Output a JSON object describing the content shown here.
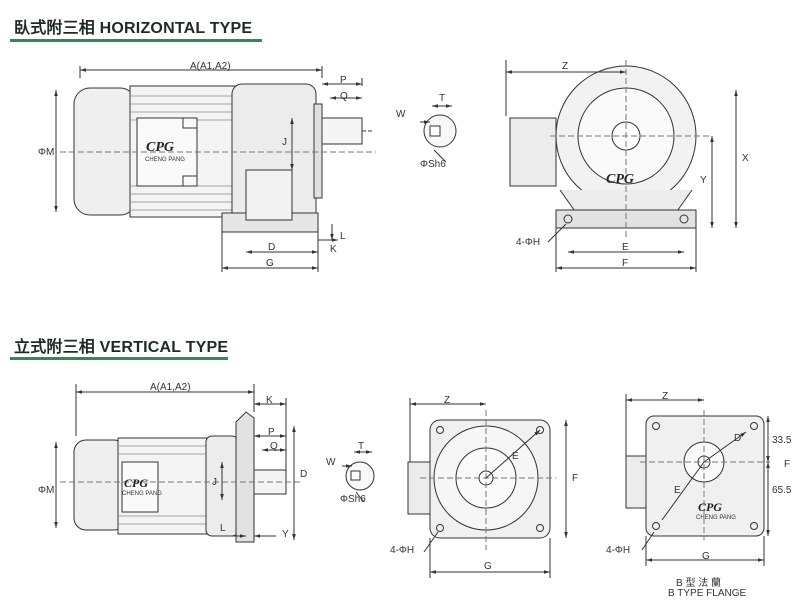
{
  "horizontal": {
    "title": "臥式附三相 HORIZONTAL TYPE",
    "side_view": {
      "labels": {
        "a": "A(A1,A2)",
        "p": "P",
        "q": "Q",
        "phi_m": "ΦM",
        "j": "J",
        "d": "D",
        "g": "G",
        "k": "K",
        "l": "L"
      },
      "logo": "CPG",
      "logo_sub": "CHENG PANG"
    },
    "shaft_view": {
      "labels": {
        "w": "W",
        "t": "T",
        "sh6": "ΦSh6"
      }
    },
    "front_view": {
      "labels": {
        "z": "Z",
        "x": "X",
        "y": "Y",
        "hole": "4-ΦH",
        "e": "E",
        "f": "F"
      },
      "logo": "CPG"
    }
  },
  "vertical": {
    "title": "立式附三相 VERTICAL TYPE",
    "side_view": {
      "labels": {
        "a": "A(A1,A2)",
        "k": "K",
        "p": "P",
        "q": "Q",
        "d": "D",
        "phi_m": "ΦM",
        "j": "J",
        "l": "L",
        "y": "Y"
      },
      "logo": "CPG",
      "logo_sub": "CHENG PANG"
    },
    "shaft_view": {
      "labels": {
        "w": "W",
        "t": "T",
        "sh6": "ΦSh6"
      }
    },
    "flange_view": {
      "labels": {
        "z": "Z",
        "e": "E",
        "f": "F",
        "hole": "4-ΦH",
        "g": "G"
      }
    },
    "b_flange_view": {
      "labels": {
        "z": "Z",
        "d": "D",
        "dim_top": "33.5",
        "dim_bottom": "65.5",
        "f": "F",
        "e": "E",
        "hole": "4-ΦH",
        "g": "G"
      },
      "logo": "CPG",
      "logo_sub": "CHENG PANG",
      "caption_cn": "B 型 法 蘭",
      "caption_en": "B TYPE FLANGE"
    }
  }
}
